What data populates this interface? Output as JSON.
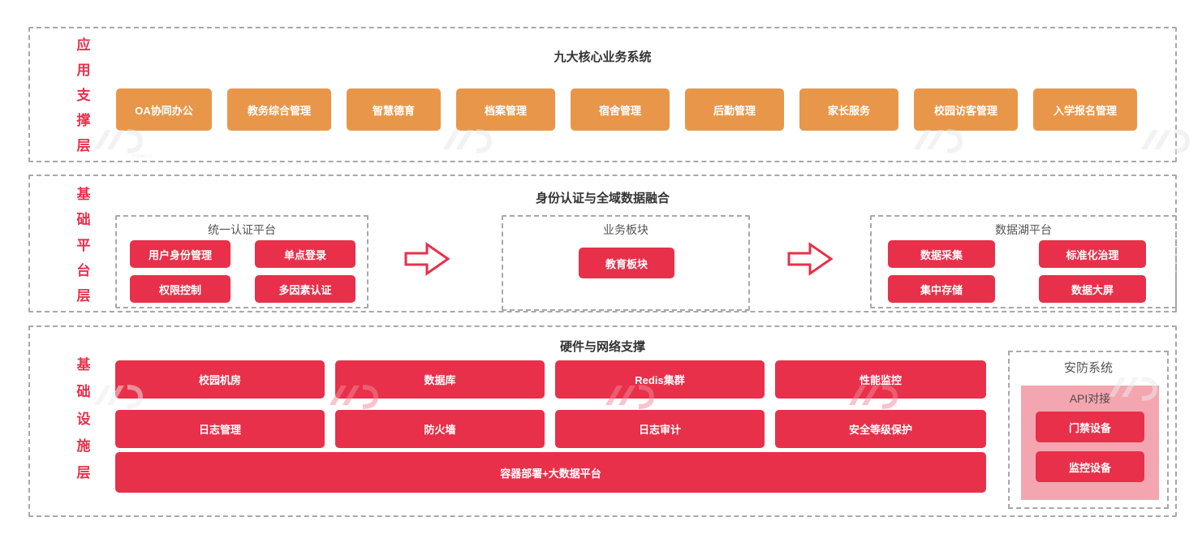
{
  "colors": {
    "orange": "#e8974a",
    "red": "#e8304a",
    "pink": "#f4a6b0",
    "dashed_border": "#a8a8a8",
    "title_text": "#333333",
    "panel_title_text": "#555555"
  },
  "layers": [
    {
      "id": "application-support",
      "side_label": "应用支撑层",
      "side_label_chars": [
        "应",
        "用",
        "支",
        "撑",
        "层"
      ],
      "title": "九大核心业务系统",
      "items": [
        "OA协同办公",
        "教务综合管理",
        "智慧德育",
        "档案管理",
        "宿舍管理",
        "后勤管理",
        "家长服务",
        "校园访客管理",
        "入学报名管理"
      ]
    },
    {
      "id": "base-platform",
      "side_label": "基础平台层",
      "side_label_chars": [
        "基",
        "础",
        "平",
        "台",
        "层"
      ],
      "title": "身份认证与全域数据融合",
      "panels": [
        {
          "id": "unified-auth-platform",
          "title": "统一认证平台",
          "items": [
            "用户身份管理",
            "单点登录",
            "权限控制",
            "多因素认证"
          ]
        },
        {
          "id": "business-module",
          "title": "业务板块",
          "items": [
            "教育板块"
          ]
        },
        {
          "id": "data-lake-platform",
          "title": "数据湖平台",
          "items": [
            "数据采集",
            "标准化治理",
            "集中存储",
            "数据大屏"
          ]
        }
      ],
      "arrows": [
        "arrow-right-icon",
        "arrow-right-icon"
      ]
    },
    {
      "id": "infrastructure",
      "side_label": "基础设施层",
      "side_label_chars": [
        "基",
        "础",
        "设",
        "施",
        "层"
      ],
      "title": "硬件与网络支撑",
      "grid_row_1": [
        "校园机房",
        "数据库",
        "Redis集群",
        "性能监控"
      ],
      "grid_row_2": [
        "日志管理",
        "防火墙",
        "日志审计",
        "安全等级保护"
      ],
      "full_width_item": "容器部署+大数据平台",
      "security": {
        "id": "security-system",
        "title": "安防系统",
        "api_title": "API对接",
        "items": [
          "门禁设备",
          "监控设备"
        ]
      }
    }
  ]
}
